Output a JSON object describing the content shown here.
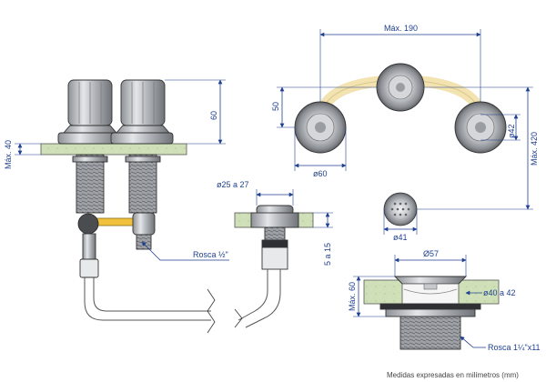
{
  "colors": {
    "dimension": "#1f3f8f",
    "countertop": "#c9dbb4",
    "chrome": "#b9bcc1",
    "thread": "#8d9096",
    "brass_pipe": "#f1c13d",
    "flex_hose": "#f2e3b0"
  },
  "labels": {
    "max_40": "Máx. 40",
    "h_60": "60",
    "thread_half": "Rosca ½\"",
    "phi_25_27": "ø25 a 27",
    "h_5_15": "5 a 15",
    "max_190": "Máx. 190",
    "h_50": "50",
    "phi_60": "ø60",
    "phi_42": "ø42",
    "max_420": "Máx. 420",
    "phi_41": "ø41",
    "phi_57": "Ø57",
    "max_60": "Máx. 60",
    "phi_40_42": "ø40 a 42",
    "thread_1_1_4": "Rosca 1¼\"x11",
    "units_note": "Medidas expresadas en milímetros (mm)"
  }
}
